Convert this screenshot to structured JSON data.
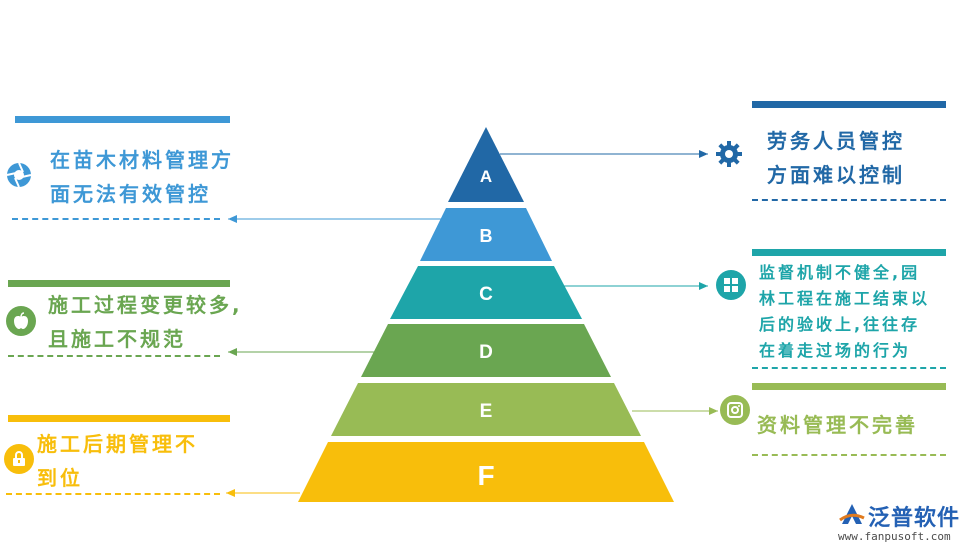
{
  "colors": {
    "A": "#2168a6",
    "B": "#3e98d6",
    "C": "#1ea5a9",
    "D": "#6aa651",
    "E": "#98bb55",
    "F": "#f8be0b",
    "blue": "#3e98d6",
    "darkblue": "#2168a6",
    "teal": "#1ea5a9",
    "green": "#6aa651",
    "lightgreen": "#98bb55",
    "yellow": "#f8be0b"
  },
  "pyramid": {
    "levels": [
      "A",
      "B",
      "C",
      "D",
      "E",
      "F"
    ]
  },
  "left": {
    "item1": {
      "line1": "在苗木材料管理方",
      "line2": "面无法有效管控",
      "icon": "aperture-icon"
    },
    "item2": {
      "line1": "施工过程变更较多,",
      "line2": "且施工不规范",
      "icon": "apple-icon"
    },
    "item3": {
      "line1": "施工后期管理不",
      "line2": "到位",
      "icon": "lock-icon"
    }
  },
  "right": {
    "item1": {
      "line1": "劳务人员管控",
      "line2": "方面难以控制",
      "icon": "gear-icon"
    },
    "item2": {
      "lines": [
        "监督机制不健全,园",
        "林工程在施工结束以",
        "后的验收上,往往存",
        "在着走过场的行为"
      ],
      "icon": "windows-icon"
    },
    "item3": {
      "line1": "资料管理不完善",
      "icon": "instagram-icon"
    }
  },
  "logo": {
    "name": "泛普软件",
    "url": "www.fanpusoft.com"
  }
}
